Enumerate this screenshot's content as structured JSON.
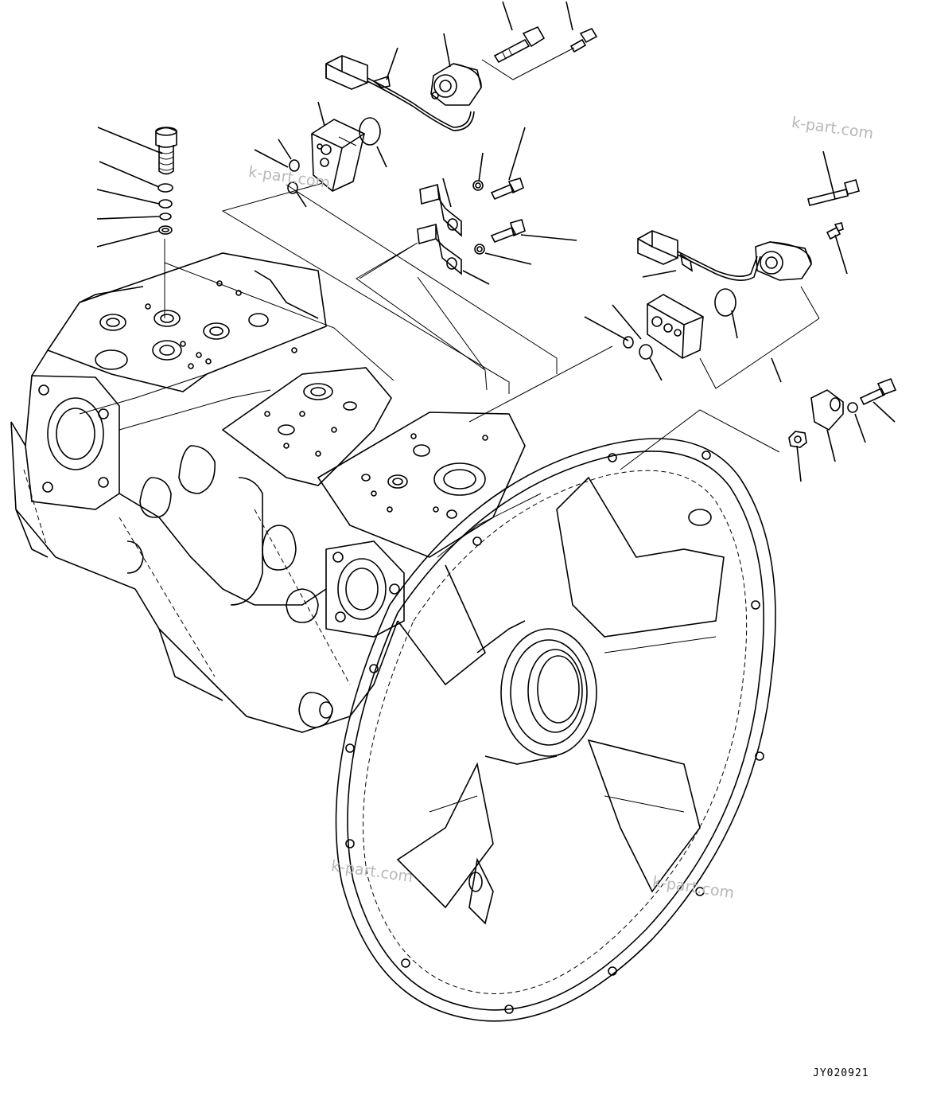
{
  "drawing": {
    "reference_code": "JY020921",
    "watermarks": [
      "k-part.com",
      "k-part.com",
      "k-part.com",
      "k-part.com"
    ]
  }
}
